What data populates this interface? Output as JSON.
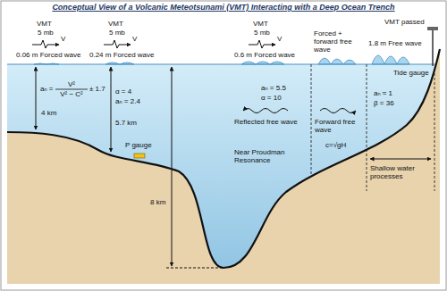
{
  "diagram": {
    "title": "Conceptual View of a Volcanic Meteotsunami (VMT) Interacting with a Deep Ocean Trench",
    "labels": [
      "VMT",
      "5 mb",
      "V",
      "0.06 m Forced wave",
      "aₙ =",
      "V²",
      "V² − C²",
      "± 1.7",
      "4 km",
      "VMT",
      "5 mb",
      "V",
      "0.24 m Forced wave",
      "α = 4",
      "aₙ = 2.4",
      "5.7 km",
      "P gauge",
      "VMT",
      "5 mb",
      "V",
      "0.6 m Forced wave",
      "aₙ = 5.5",
      "α = 10",
      "Reflected free wave",
      "Near Proudman Resonance",
      "8 km",
      "Forced + forward free wave",
      "Forward free wave",
      "c=√gH",
      "VMT passed",
      "1.8 m Free wave",
      "Tide gauge",
      "aₙ ≈ 1",
      "β = 36",
      "Shallow water processes"
    ]
  }
}
